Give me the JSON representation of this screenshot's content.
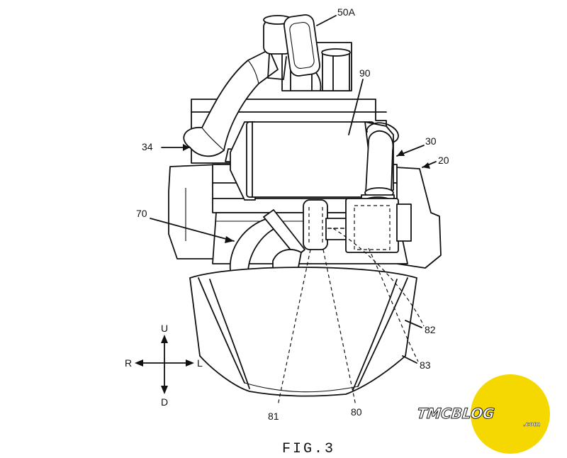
{
  "figure": {
    "caption": "FIG.3",
    "labels": {
      "l50a": "50A",
      "l90": "90",
      "l30": "30",
      "l34": "34",
      "l20": "20",
      "l70": "70",
      "l82": "82",
      "l83": "83",
      "l81": "81",
      "l80": "80"
    },
    "directions": {
      "up": "U",
      "down": "D",
      "right": "R",
      "left": "L"
    }
  },
  "watermark": {
    "brand": "TMCBLOG",
    "suffix": ".com",
    "circle_color": "#f4d800"
  }
}
